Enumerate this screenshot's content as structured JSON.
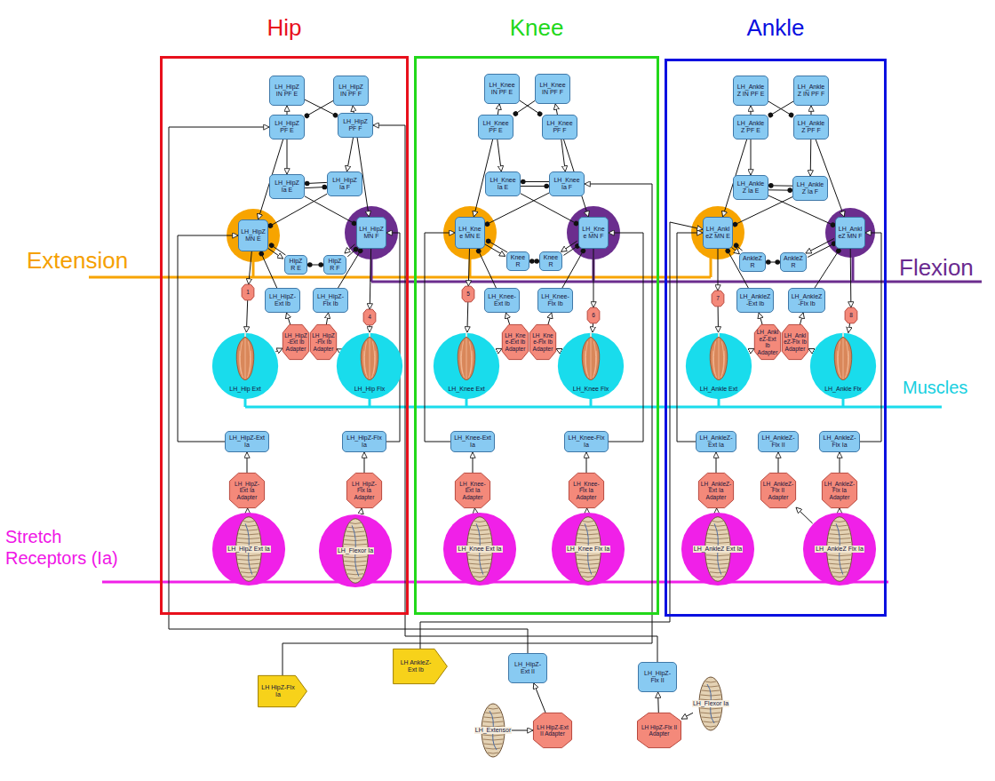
{
  "diagram": {
    "nodes": [
      {
        "text": [
          "Hip"
        ]
      },
      {
        "text": [
          "LH_HipZ IN PF E"
        ],
        "in": 0
      },
      {
        "text": [
          "LH_HipZ IN PF F"
        ],
        "in": 0
      },
      {
        "text": [
          "LH_HipZ PF E"
        ],
        "in": 0
      },
      {
        "text": [
          "LH_HipZ PF F"
        ],
        "in": 0
      },
      {
        "text": [
          "LH_HipZ Ia E"
        ],
        "in": 0
      },
      {
        "text": [
          "LH_HipZ Ia F"
        ],
        "in": 0
      },
      {
        "text": [
          "LH_HipZ MN E"
        ],
        "in": 0
      },
      {
        "text": [
          "LH_HipZ MN F"
        ],
        "in": 0
      },
      {
        "text": [
          "HipZ R E"
        ],
        "in": 0
      },
      {
        "text": [
          "HipZ R F"
        ],
        "in": 0
      },
      {
        "text": [
          "1"
        ],
        "in": 0
      },
      {
        "text": [
          "LH_HipZ-Ext Ib"
        ],
        "in": 0
      },
      {
        "text": [
          "LH_HipZ-Flx Ib"
        ],
        "in": 0
      },
      {
        "text": [
          "4"
        ],
        "in": 0
      },
      {
        "text": [
          "LH_HipZ-Ext Ib Adapter"
        ],
        "in": 0
      },
      {
        "text": [
          "LH_HipZ-Flx Ib Adapter"
        ],
        "in": 0
      },
      {
        "text": [
          "LH_Hip Ext"
        ],
        "in": 0
      },
      {
        "text": [
          "LH_Hip Flx"
        ],
        "in": 0
      },
      {
        "text": [
          "LH_HipZ-Ext Ia"
        ],
        "in": 0
      },
      {
        "text": [
          "LH_HipZ-Flx Ia"
        ],
        "in": 0
      },
      {
        "text": [
          "LH_HipZ-Ext Ia Adapter"
        ],
        "in": 0
      },
      {
        "text": [
          "LH_HipZ-Flx Ia Adapter"
        ],
        "in": 0
      },
      {
        "text": [
          "LH_HipZ Ext Ia"
        ],
        "in": 0
      },
      {
        "text": [
          "LH_Flexor Ia"
        ],
        "in": 0
      },
      {
        "text": [
          "Knee"
        ]
      },
      {
        "text": [
          "LH_Knee IN PF E"
        ],
        "in": 25
      },
      {
        "text": [
          "LH_Knee IN PF F"
        ],
        "in": 25
      },
      {
        "text": [
          "LH_Knee PF E"
        ],
        "in": 25
      },
      {
        "text": [
          "LH_Knee PF F"
        ],
        "in": 25
      },
      {
        "text": [
          "LH_Knee Ia E"
        ],
        "in": 25
      },
      {
        "text": [
          "LH_Knee Ia F"
        ],
        "in": 25
      },
      {
        "text": [
          "LH_Knee MN E"
        ],
        "in": 25
      },
      {
        "text": [
          "LH_Knee MN F"
        ],
        "in": 25
      },
      {
        "text": [
          "Knee R"
        ],
        "in": 25
      },
      {
        "text": [
          "Knee R"
        ],
        "in": 25
      },
      {
        "text": [
          "5"
        ],
        "in": 25
      },
      {
        "text": [
          "LH_Knee-Ext Ib"
        ],
        "in": 25
      },
      {
        "text": [
          "LH_Knee-Flx Ib"
        ],
        "in": 25
      },
      {
        "text": [
          "6"
        ],
        "in": 25
      },
      {
        "text": [
          "LH_Knee-Ext Ib Adapter"
        ],
        "in": 25
      },
      {
        "text": [
          "LH_Knee-Flx Ib Adapter"
        ],
        "in": 25
      },
      {
        "text": [
          "LH_Knee Ext"
        ],
        "in": 25
      },
      {
        "text": [
          "LH_Knee Flx"
        ],
        "in": 25
      },
      {
        "text": [
          "LH_Knee-Ext Ia"
        ],
        "in": 25
      },
      {
        "text": [
          "LH_Knee-Flx Ia"
        ],
        "in": 25
      },
      {
        "text": [
          "LH_Knee-Ext Ia Adapter"
        ],
        "in": 25
      },
      {
        "text": [
          "LH_Knee-Flx Ia Adapter"
        ],
        "in": 25
      },
      {
        "text": [
          "LH_Knee Ext Ia"
        ],
        "in": 25
      },
      {
        "text": [
          "LH_Knee Flx Ia"
        ],
        "in": 25
      },
      {
        "text": [
          "Ankle"
        ]
      },
      {
        "text": [
          "LH_AnkleZ IN PF E"
        ],
        "in": 50
      },
      {
        "text": [
          "LH_AnkleZ IN PF F"
        ],
        "in": 50
      },
      {
        "text": [
          "LH_AnkleZ PF E"
        ],
        "in": 50
      },
      {
        "text": [
          "LH_AnkleZ PF F"
        ],
        "in": 50
      },
      {
        "text": [
          "LH_AnkleZ Ia E"
        ],
        "in": 50
      },
      {
        "text": [
          "LH_AnkleZ Ia F"
        ],
        "in": 50
      },
      {
        "text": [
          "LH_AnkleZ MN E"
        ],
        "in": 50
      },
      {
        "text": [
          "LH_AnkleZ MN F"
        ],
        "in": 50
      },
      {
        "text": [
          "AnkleZ R"
        ],
        "in": 50
      },
      {
        "text": [
          "AnkleZ R"
        ],
        "in": 50
      },
      {
        "text": [
          "7"
        ],
        "in": 50
      },
      {
        "text": [
          "LH_AnkleZ-Ext Ib"
        ],
        "in": 50
      },
      {
        "text": [
          "LH_AnkleZ-Flx Ib"
        ],
        "in": 50
      },
      {
        "text": [
          "8"
        ],
        "in": 50
      },
      {
        "text": [
          "LH_AnkleZ-Ext Ib Adapter"
        ],
        "in": 50
      },
      {
        "text": [
          "LH_AnkleZ-Flx Ib Adapter"
        ],
        "in": 50
      },
      {
        "text": [
          "LH_Ankle Ext"
        ],
        "in": 50
      },
      {
        "text": [
          "LH_Ankle Flx"
        ],
        "in": 50
      },
      {
        "text": [
          "LH_AnkleZ-Ext Ia"
        ],
        "in": 50
      },
      {
        "text": [
          "LH_AnkleZ-Flx II"
        ],
        "in": 50
      },
      {
        "text": [
          "LH_AnkleZ-Flx Ia"
        ],
        "in": 50
      },
      {
        "text": [
          "LH_AnkleZ-Ext Ia Adapter"
        ],
        "in": 50
      },
      {
        "text": [
          "LH_AnkleZ-Flx II Adapter"
        ],
        "in": 50
      },
      {
        "text": [
          "LH_AnkleZ-Flx Ia Adapter"
        ],
        "in": 50
      },
      {
        "text": [
          "LH_AnkleZ Ext Ia"
        ],
        "in": 50
      },
      {
        "text": [
          "LH_AnkleZ Flx Ia"
        ],
        "in": 50
      },
      {
        "text": [
          "LH HipZ-Flx Ia"
        ]
      },
      {
        "text": [
          "LH AnkleZ-Ext Ib"
        ]
      },
      {
        "text": [
          "LH_HipZ-Ext II"
        ]
      },
      {
        "text": [
          "LH_HipZ-Flx II"
        ]
      },
      {
        "text": [
          "LH_Extensor"
        ]
      },
      {
        "text": [
          "LH HipZ-Ext II Adapter"
        ]
      },
      {
        "text": [
          "LH HipZ-Flx II Adapter"
        ]
      },
      {
        "text": [
          "LH_Flexor Ia"
        ]
      }
    ],
    "edges": [
      {
        "from": 1,
        "to": 4,
        "arrow": "to"
      },
      {
        "from": 2,
        "to": 3,
        "arrow": "to"
      },
      {
        "from": 3,
        "to": 1,
        "arrow": "to"
      },
      {
        "from": 4,
        "to": 2,
        "arrow": "to"
      },
      {
        "from": 3,
        "to": 7,
        "arrow": "to"
      },
      {
        "from": 4,
        "to": 8,
        "arrow": "to"
      },
      {
        "from": 3,
        "to": 5,
        "arrow": "to"
      },
      {
        "from": 4,
        "to": 6,
        "arrow": "to"
      },
      {
        "from": 5,
        "to": 8,
        "arrow": "to"
      },
      {
        "from": 6,
        "to": 7,
        "arrow": "to"
      },
      {
        "from": 5,
        "to": 6,
        "arrow": "to"
      },
      {
        "from": 6,
        "to": 5,
        "arrow": "to"
      },
      {
        "from": 7,
        "to": 9,
        "arrow": "to"
      },
      {
        "from": 8,
        "to": 10,
        "arrow": "to"
      },
      {
        "from": 9,
        "to": 7,
        "arrow": "to"
      },
      {
        "from": 10,
        "to": 8,
        "arrow": "to"
      },
      {
        "from": 9,
        "to": 10,
        "arrow": "both"
      },
      {
        "from": 7,
        "to": 11,
        "arrow": "to"
      },
      {
        "from": 11,
        "to": 17,
        "arrow": "to"
      },
      {
        "from": 8,
        "to": 14,
        "arrow": "to"
      },
      {
        "from": 14,
        "to": 18,
        "arrow": "to"
      },
      {
        "from": 17,
        "to": 15,
        "arrow": "to"
      },
      {
        "from": 15,
        "to": 12,
        "arrow": "to"
      },
      {
        "from": 18,
        "to": 16,
        "arrow": "to"
      },
      {
        "from": 16,
        "to": 13,
        "arrow": "to"
      },
      {
        "from": 12,
        "to": 7,
        "arrow": "to"
      },
      {
        "from": 13,
        "to": 8,
        "arrow": "to"
      },
      {
        "from": 23,
        "to": 21,
        "arrow": "to"
      },
      {
        "from": 21,
        "to": 19,
        "arrow": "to"
      },
      {
        "from": 24,
        "to": 22,
        "arrow": "to"
      },
      {
        "from": 22,
        "to": 20,
        "arrow": "to"
      },
      {
        "from": 19,
        "to": 7,
        "arrow": "to"
      },
      {
        "from": 20,
        "to": 8,
        "arrow": "to"
      },
      {
        "from": 26,
        "to": 29,
        "arrow": "to"
      },
      {
        "from": 27,
        "to": 28,
        "arrow": "to"
      },
      {
        "from": 28,
        "to": 26,
        "arrow": "to"
      },
      {
        "from": 29,
        "to": 27,
        "arrow": "to"
      },
      {
        "from": 28,
        "to": 32,
        "arrow": "to"
      },
      {
        "from": 29,
        "to": 33,
        "arrow": "to"
      },
      {
        "from": 28,
        "to": 30,
        "arrow": "to"
      },
      {
        "from": 29,
        "to": 31,
        "arrow": "to"
      },
      {
        "from": 30,
        "to": 33,
        "arrow": "to"
      },
      {
        "from": 31,
        "to": 32,
        "arrow": "to"
      },
      {
        "from": 30,
        "to": 31,
        "arrow": "to"
      },
      {
        "from": 31,
        "to": 30,
        "arrow": "to"
      },
      {
        "from": 32,
        "to": 34,
        "arrow": "to"
      },
      {
        "from": 33,
        "to": 35,
        "arrow": "to"
      },
      {
        "from": 34,
        "to": 32,
        "arrow": "to"
      },
      {
        "from": 35,
        "to": 33,
        "arrow": "to"
      },
      {
        "from": 34,
        "to": 35,
        "arrow": "both"
      },
      {
        "from": 32,
        "to": 36,
        "arrow": "to"
      },
      {
        "from": 36,
        "to": 42,
        "arrow": "to"
      },
      {
        "from": 33,
        "to": 39,
        "arrow": "to"
      },
      {
        "from": 39,
        "to": 43,
        "arrow": "to"
      },
      {
        "from": 42,
        "to": 40,
        "arrow": "to"
      },
      {
        "from": 40,
        "to": 37,
        "arrow": "to"
      },
      {
        "from": 43,
        "to": 41,
        "arrow": "to"
      },
      {
        "from": 41,
        "to": 38,
        "arrow": "to"
      },
      {
        "from": 37,
        "to": 32,
        "arrow": "to"
      },
      {
        "from": 38,
        "to": 33,
        "arrow": "to"
      },
      {
        "from": 48,
        "to": 46,
        "arrow": "to"
      },
      {
        "from": 46,
        "to": 44,
        "arrow": "to"
      },
      {
        "from": 49,
        "to": 47,
        "arrow": "to"
      },
      {
        "from": 47,
        "to": 45,
        "arrow": "to"
      },
      {
        "from": 44,
        "to": 32,
        "arrow": "to"
      },
      {
        "from": 45,
        "to": 33,
        "arrow": "to"
      },
      {
        "from": 51,
        "to": 54,
        "arrow": "to"
      },
      {
        "from": 52,
        "to": 53,
        "arrow": "to"
      },
      {
        "from": 53,
        "to": 51,
        "arrow": "to"
      },
      {
        "from": 54,
        "to": 52,
        "arrow": "to"
      },
      {
        "from": 53,
        "to": 57,
        "arrow": "to"
      },
      {
        "from": 54,
        "to": 58,
        "arrow": "to"
      },
      {
        "from": 53,
        "to": 55,
        "arrow": "to"
      },
      {
        "from": 54,
        "to": 56,
        "arrow": "to"
      },
      {
        "from": 55,
        "to": 58,
        "arrow": "to"
      },
      {
        "from": 56,
        "to": 57,
        "arrow": "to"
      },
      {
        "from": 55,
        "to": 56,
        "arrow": "to"
      },
      {
        "from": 56,
        "to": 55,
        "arrow": "to"
      },
      {
        "from": 57,
        "to": 59,
        "arrow": "to"
      },
      {
        "from": 58,
        "to": 60,
        "arrow": "to"
      },
      {
        "from": 59,
        "to": 57,
        "arrow": "to"
      },
      {
        "from": 60,
        "to": 58,
        "arrow": "to"
      },
      {
        "from": 59,
        "to": 60,
        "arrow": "both"
      },
      {
        "from": 57,
        "to": 61,
        "arrow": "to"
      },
      {
        "from": 61,
        "to": 67,
        "arrow": "to"
      },
      {
        "from": 58,
        "to": 64,
        "arrow": "to"
      },
      {
        "from": 64,
        "to": 68,
        "arrow": "to"
      },
      {
        "from": 67,
        "to": 65,
        "arrow": "to"
      },
      {
        "from": 65,
        "to": 62,
        "arrow": "to"
      },
      {
        "from": 68,
        "to": 66,
        "arrow": "to"
      },
      {
        "from": 66,
        "to": 63,
        "arrow": "to"
      },
      {
        "from": 62,
        "to": 57,
        "arrow": "to"
      },
      {
        "from": 63,
        "to": 58,
        "arrow": "to"
      },
      {
        "from": 75,
        "to": 72,
        "arrow": "to"
      },
      {
        "from": 72,
        "to": 69,
        "arrow": "to"
      },
      {
        "from": 76,
        "to": 74,
        "arrow": "to"
      },
      {
        "from": 74,
        "to": 71,
        "arrow": "to"
      },
      {
        "from": 69,
        "to": 57,
        "arrow": "to"
      },
      {
        "from": 71,
        "to": 58,
        "arrow": "to"
      },
      {
        "from": 76,
        "to": 73,
        "arrow": "to"
      },
      {
        "from": 73,
        "to": 70,
        "arrow": "to"
      },
      {
        "from": 81,
        "to": 82,
        "arrow": "to"
      },
      {
        "from": 82,
        "to": 79,
        "arrow": "to"
      },
      {
        "from": 84,
        "to": 83,
        "arrow": "to"
      },
      {
        "from": 83,
        "to": 80,
        "arrow": "to"
      },
      {
        "from": 79,
        "to": 3,
        "arrow": "to"
      },
      {
        "from": 80,
        "to": 4,
        "arrow": "to"
      },
      {
        "from": 77,
        "to": 31,
        "arrow": "to"
      },
      {
        "from": 78,
        "to": 57,
        "arrow": "to"
      }
    ],
    "labels": [
      "Extension",
      "Flexion",
      "Muscles",
      "Stretch Receptors (Ia)"
    ]
  }
}
